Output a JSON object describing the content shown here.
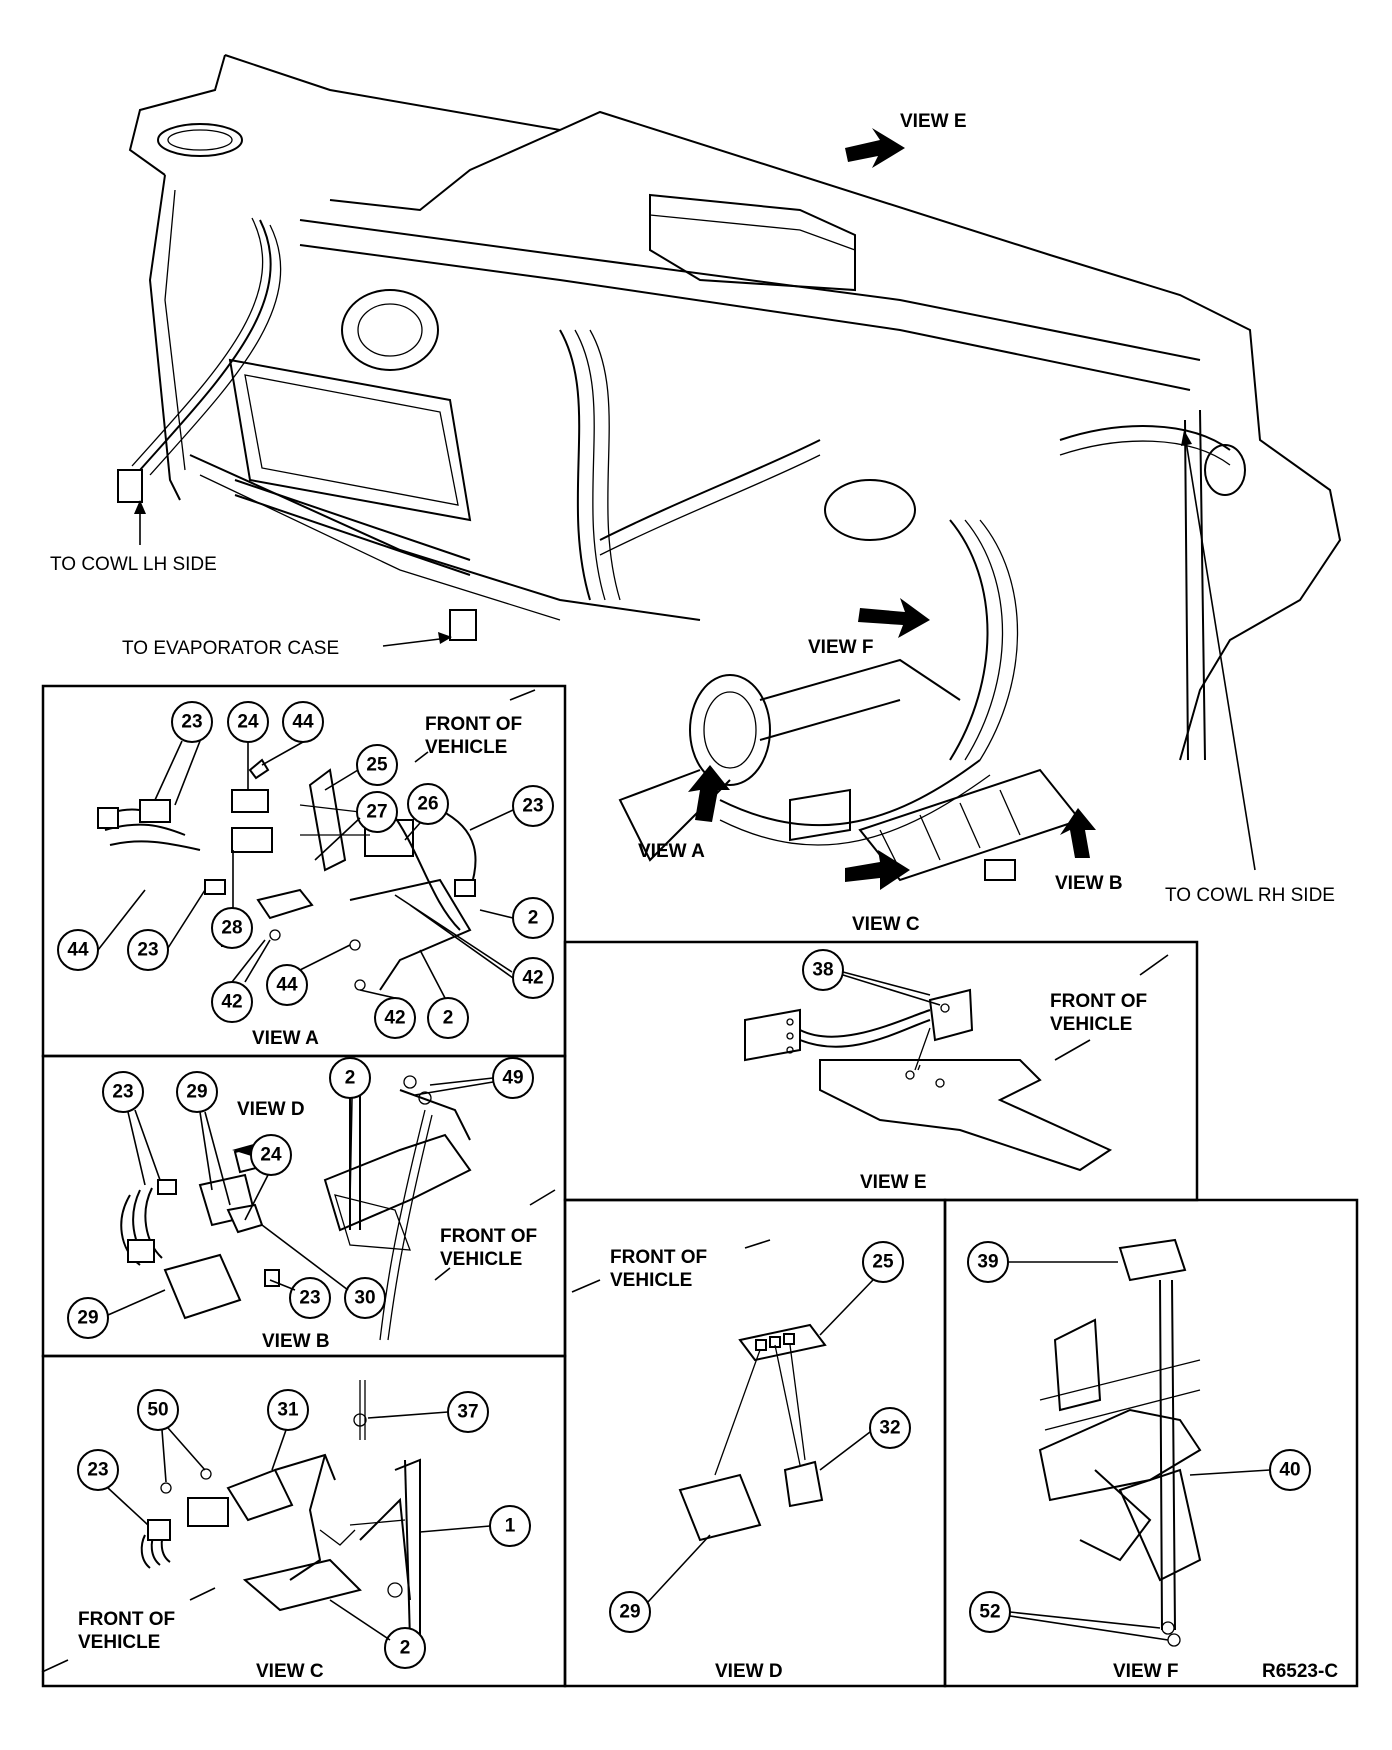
{
  "labels": {
    "view_e_arrow": "VIEW E",
    "view_f_arrow": "VIEW F",
    "view_a_arrow": "VIEW A",
    "view_b_arrow": "VIEW B",
    "view_c_arrow": "VIEW C",
    "view_d_arrow": "VIEW D",
    "cowl_lh": "TO COWL LH SIDE",
    "evaporator": "TO EVAPORATOR CASE",
    "cowl_rh": "TO COWL RH SIDE",
    "front_a_1": "FRONT OF",
    "front_a_2": "VEHICLE",
    "front_b_1": "FRONT OF",
    "front_b_2": "VEHICLE",
    "front_c_1": "FRONT OF",
    "front_c_2": "VEHICLE",
    "front_d_1": "FRONT OF",
    "front_d_2": "VEHICLE",
    "front_e_1": "FRONT OF",
    "front_e_2": "VEHICLE",
    "caption_a": "VIEW A",
    "caption_b": "VIEW B",
    "caption_c": "VIEW C",
    "caption_d": "VIEW D",
    "caption_e": "VIEW E",
    "caption_f": "VIEW F",
    "ref_code": "R6523-C"
  },
  "callouts": {
    "a": [
      "23",
      "24",
      "44",
      "25",
      "27",
      "26",
      "23",
      "44",
      "28",
      "23",
      "2",
      "42",
      "44",
      "42",
      "42",
      "2"
    ],
    "b": [
      "23",
      "29",
      "24",
      "2",
      "49",
      "29",
      "23",
      "30"
    ],
    "c": [
      "50",
      "31",
      "37",
      "23",
      "1",
      "2"
    ],
    "d": [
      "25",
      "32",
      "29"
    ],
    "e": [
      "38"
    ],
    "f": [
      "39",
      "40",
      "52"
    ]
  }
}
